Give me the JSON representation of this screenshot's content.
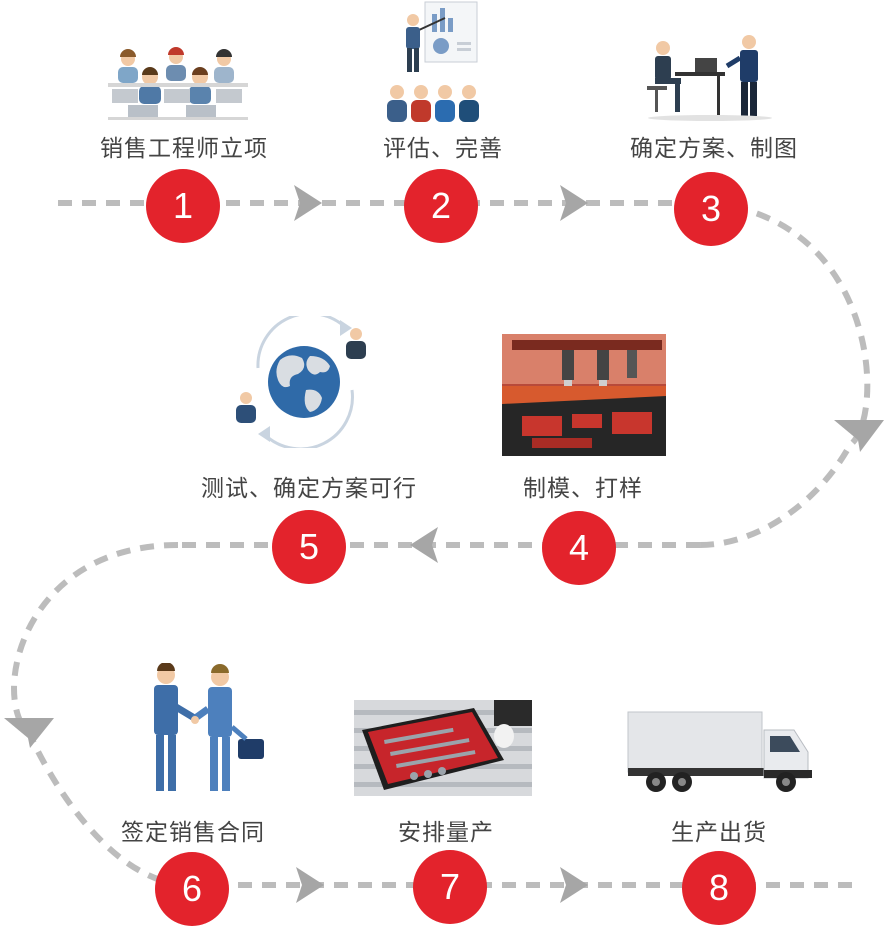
{
  "colors": {
    "badge": "#e3232c",
    "path": "#bcbcbc",
    "arrow": "#a6a6a6",
    "text": "#444444"
  },
  "steps": [
    {
      "number": "1",
      "label": "销售工程师立项",
      "icon": "sales-team-icon"
    },
    {
      "number": "2",
      "label": "评估、完善",
      "icon": "presentation-icon"
    },
    {
      "number": "3",
      "label": "确定方案、制图",
      "icon": "office-drafting-icon"
    },
    {
      "number": "4",
      "label": "制模、打样",
      "icon": "cnc-machine-photo"
    },
    {
      "number": "5",
      "label": "测试、确定方案可行",
      "icon": "global-network-icon"
    },
    {
      "number": "6",
      "label": "签定销售合同",
      "icon": "handshake-icon"
    },
    {
      "number": "7",
      "label": "安排量产",
      "icon": "tool-tray-photo"
    },
    {
      "number": "8",
      "label": "生产出货",
      "icon": "delivery-truck-icon"
    }
  ]
}
